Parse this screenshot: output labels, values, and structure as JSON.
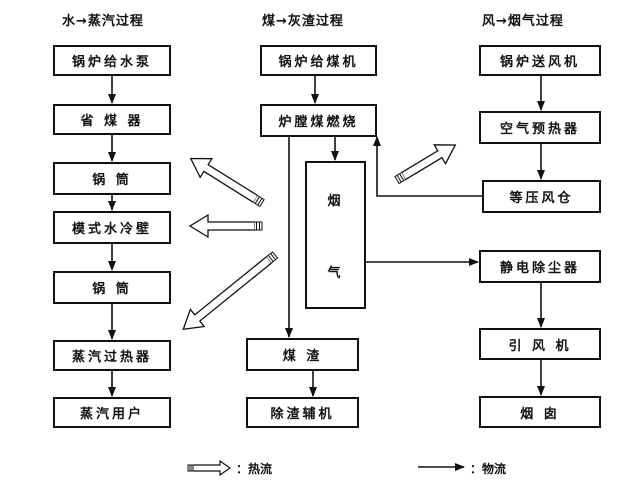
{
  "titles": {
    "left": "水→蒸汽过程",
    "middle": "煤→灰渣过程",
    "right": "风→烟气过程"
  },
  "left_column": {
    "b1": "锅炉给水泵",
    "b2": "省 煤 器",
    "b3": "锅 筒",
    "b4": "模式水冷壁",
    "b5": "锅 筒",
    "b6": "蒸汽过热器",
    "b7": "蒸汽用户"
  },
  "middle_column": {
    "b1": "锅炉给煤机",
    "b2": "炉膛煤燃烧",
    "flue_top": "烟",
    "flue_bottom": "气",
    "b3": "煤 渣",
    "b4": "除渣辅机"
  },
  "right_column": {
    "b1": "锅炉送风机",
    "b2": "空气预热器",
    "b3": "等压风仓",
    "b4": "静电除尘器",
    "b5": "引 风 机",
    "b6": "烟 囱"
  },
  "legend": {
    "heat_flow": "：热流",
    "material_flow": "：物流"
  }
}
